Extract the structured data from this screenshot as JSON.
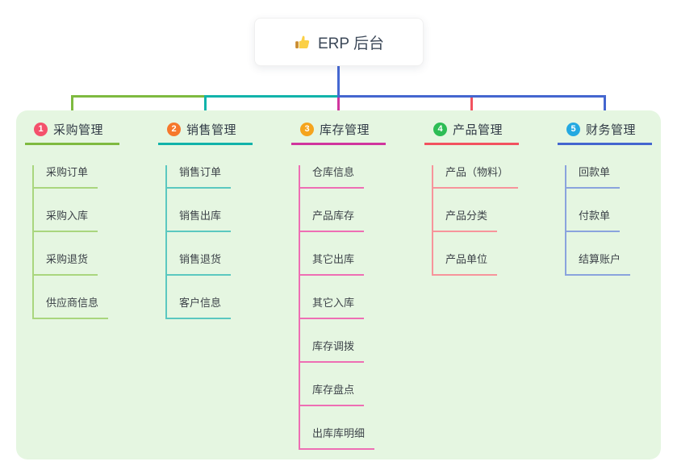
{
  "root": {
    "label": "ERP 后台",
    "icon": "thumbs-up-icon"
  },
  "canvas": {
    "background": "#ffffff",
    "panel_background": "#e5f6e1",
    "root_connector_color": "#4568d2",
    "root_text_color": "#3c4858"
  },
  "branches": [
    {
      "index": "1",
      "label": "采购管理",
      "badge_color": "#f4516c",
      "line_color": "#7eba40",
      "child_line_color": "#a9d67e",
      "children": [
        "采购订单",
        "采购入库",
        "采购退货",
        "供应商信息"
      ]
    },
    {
      "index": "2",
      "label": "销售管理",
      "badge_color": "#f6782c",
      "line_color": "#11b3aa",
      "child_line_color": "#5bc8c0",
      "children": [
        "销售订单",
        "销售出库",
        "销售退货",
        "客户信息"
      ]
    },
    {
      "index": "3",
      "label": "库存管理",
      "badge_color": "#f5a41d",
      "line_color": "#d0359e",
      "child_line_color": "#ee6eb4",
      "children": [
        "仓库信息",
        "产品库存",
        "其它出库",
        "其它入库",
        "库存调拨",
        "库存盘点",
        "出库库明细"
      ]
    },
    {
      "index": "4",
      "label": "产品管理",
      "badge_color": "#2dbd55",
      "line_color": "#f2525f",
      "child_line_color": "#f7949b",
      "children": [
        "产品（物料）",
        "产品分类",
        "产品单位"
      ]
    },
    {
      "index": "5",
      "label": "财务管理",
      "badge_color": "#24a9e1",
      "line_color": "#4466cf",
      "child_line_color": "#8aa3dd",
      "children": [
        "回款单",
        "付款单",
        "结算账户"
      ]
    }
  ]
}
